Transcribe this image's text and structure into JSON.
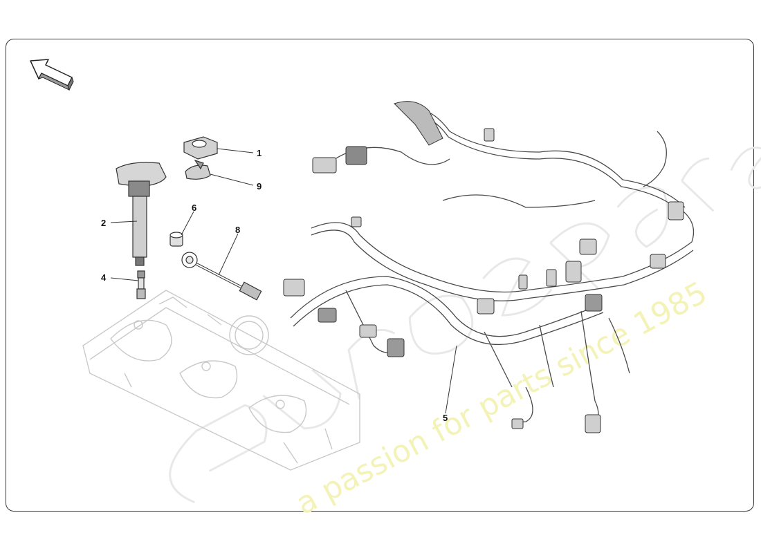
{
  "diagram": {
    "type": "exploded-parts-diagram",
    "icons": {
      "orientation": "direction-arrow-icon"
    },
    "watermark": {
      "logo_text": "eurospares",
      "tagline": "a passion for parts since 1985"
    },
    "callouts": [
      {
        "number": "1",
        "part": "coil-cap"
      },
      {
        "number": "9",
        "part": "coil-clip"
      },
      {
        "number": "2",
        "part": "ignition-coil"
      },
      {
        "number": "4",
        "part": "spark-plug"
      },
      {
        "number": "6",
        "part": "knock-sensor-bolt"
      },
      {
        "number": "8",
        "part": "knock-sensor"
      },
      {
        "number": "5",
        "part": "engine-wiring-harness"
      }
    ],
    "colors": {
      "line": "#4a4a4a",
      "ghost": "#c9c9c9",
      "frame": "#333333",
      "watermark_text": "#f3f3b8"
    }
  }
}
